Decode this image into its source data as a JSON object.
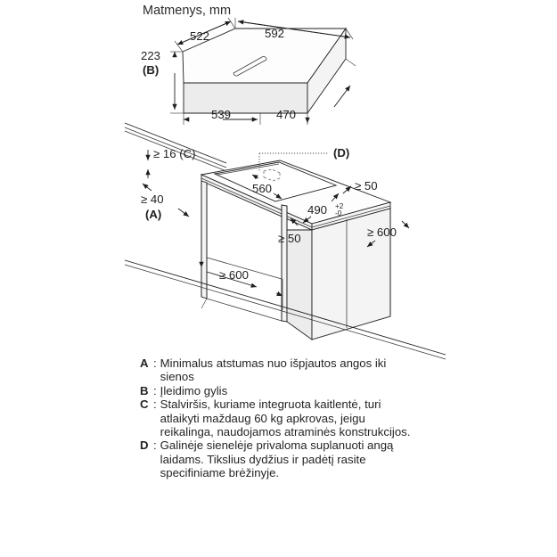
{
  "document": {
    "title": "Matmenys, mm"
  },
  "hob_view": {
    "name": "appliance-isometric-view",
    "dimensions": {
      "depth_top": "522",
      "width_top": "592",
      "height_left": "223",
      "height_left_ref": "(B)",
      "width_front": "539",
      "depth_front": "470"
    }
  },
  "cabinet_view": {
    "name": "worktop-cutout-isometric-view",
    "dimensions": {
      "worktop_thickness": "≥ 16 (C)",
      "wall_distance": "≥ 40",
      "wall_distance_ref": "(A)",
      "cutout_width": "560",
      "cutout_depth_value": "490",
      "cutout_depth_tol_plus": "+2",
      "cutout_depth_tol_minus": "-0",
      "side_clearance_right": "≥ 50",
      "side_clearance_front": "≥ 50",
      "cabinet_height": "≥ 600",
      "cabinet_width": "≥ 600"
    },
    "callouts": {
      "rear_opening": "(D)"
    }
  },
  "legend": {
    "name": "dimension-legend",
    "items": [
      {
        "key": "A",
        "colon": ":",
        "text": "Minimalus atstumas nuo išpjautos angos iki sienos"
      },
      {
        "key": "B",
        "colon": ":",
        "text": "Įleidimo gylis"
      },
      {
        "key": "C",
        "colon": ":",
        "text": "Stalviršis, kuriame integruota kaitlentė, turi atlaikyti maždaug 60 kg apkrovas, jeigu reikalinga, naudojamos atraminės konstrukcijos."
      },
      {
        "key": "D",
        "colon": ":",
        "text": "Galinėje sienelėje privaloma suplanuoti angą laidams. Tikslius dydžius ir padėtį rasite specifiniame brėžinyje."
      }
    ]
  },
  "colors": {
    "line": "#1e1e1e",
    "text": "#242424",
    "background": "#ffffff"
  }
}
